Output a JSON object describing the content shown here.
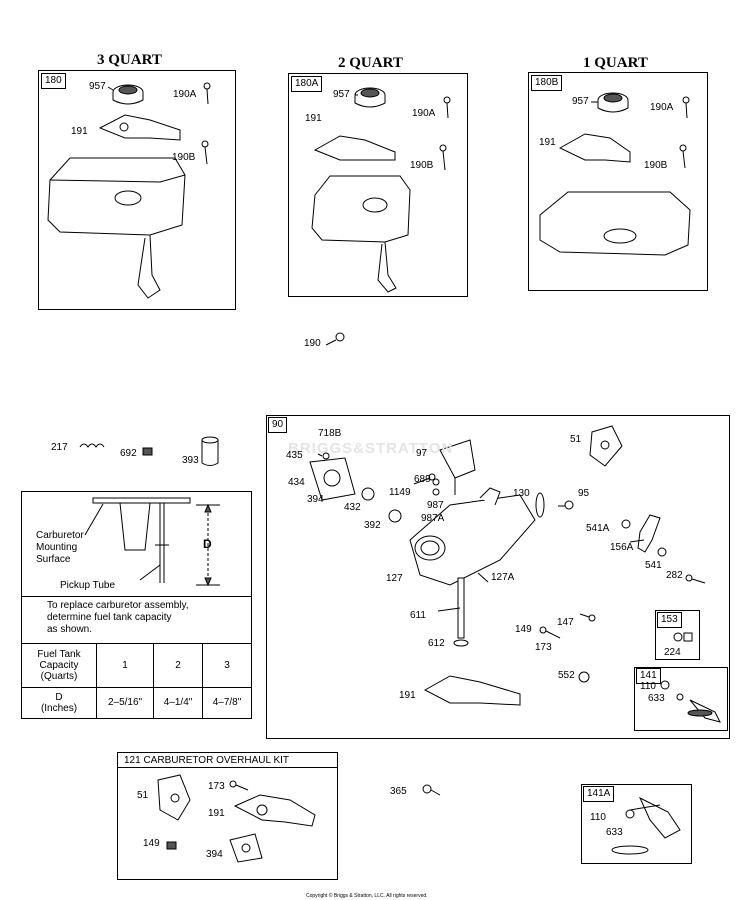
{
  "titles": {
    "q3": "3 QUART",
    "q2": "2 QUART",
    "q1": "1 QUART"
  },
  "boxes": {
    "b180": "180",
    "b180A": "180A",
    "b180B": "180B",
    "b90": "90",
    "b153": "153",
    "b141": "141",
    "b141A": "141A",
    "b121": "121 CARBURETOR OVERHAUL KIT"
  },
  "labels": {
    "q3_957": "957",
    "q3_190A": "190A",
    "q3_191": "191",
    "q3_190B": "190B",
    "q2_957": "957",
    "q2_190A": "190A",
    "q2_191": "191",
    "q2_190B": "190B",
    "q1_957": "957",
    "q1_190A": "190A",
    "q1_191": "191",
    "q1_190B": "190B",
    "p190": "190",
    "p217": "217",
    "p692": "692",
    "p393": "393",
    "p718B": "718B",
    "p435": "435",
    "p97": "97",
    "p434": "434",
    "p689": "689",
    "p394": "394",
    "p1149": "1149",
    "p432": "432",
    "p987": "987",
    "p987A": "987A",
    "p392": "392",
    "p130": "130",
    "p95": "95",
    "p51": "51",
    "p541A": "541A",
    "p156A": "156A",
    "p541": "541",
    "p282": "282",
    "p127": "127",
    "p127A": "127A",
    "p611": "611",
    "p612": "612",
    "p149": "149",
    "p147": "147",
    "p173": "173",
    "p224": "224",
    "p552": "552",
    "p110": "110",
    "p633": "633",
    "p191": "191",
    "k51": "51",
    "k173": "173",
    "k191": "191",
    "k149": "149",
    "k394": "394",
    "p365": "365",
    "a110": "110",
    "a633": "633"
  },
  "fueltank": {
    "carb_label": "Carburetor\nMounting\nSurface",
    "pickup_label": "Pickup Tube",
    "dim": "D",
    "note": "To replace carburetor assembly,\ndetermine fuel tank capacity\nas shown.",
    "row1_header": "Fuel Tank\nCapacity\n(Quarts)",
    "row2_header": "D\n(Inches)",
    "capacities": [
      "1",
      "2",
      "3"
    ],
    "inches": [
      "2–5/16\"",
      "4–1/4\"",
      "4–7/8\""
    ]
  },
  "watermark": "BRIGGS&STRATTON",
  "copyright": "Copyright © Briggs & Stratton, LLC. All rights reserved."
}
